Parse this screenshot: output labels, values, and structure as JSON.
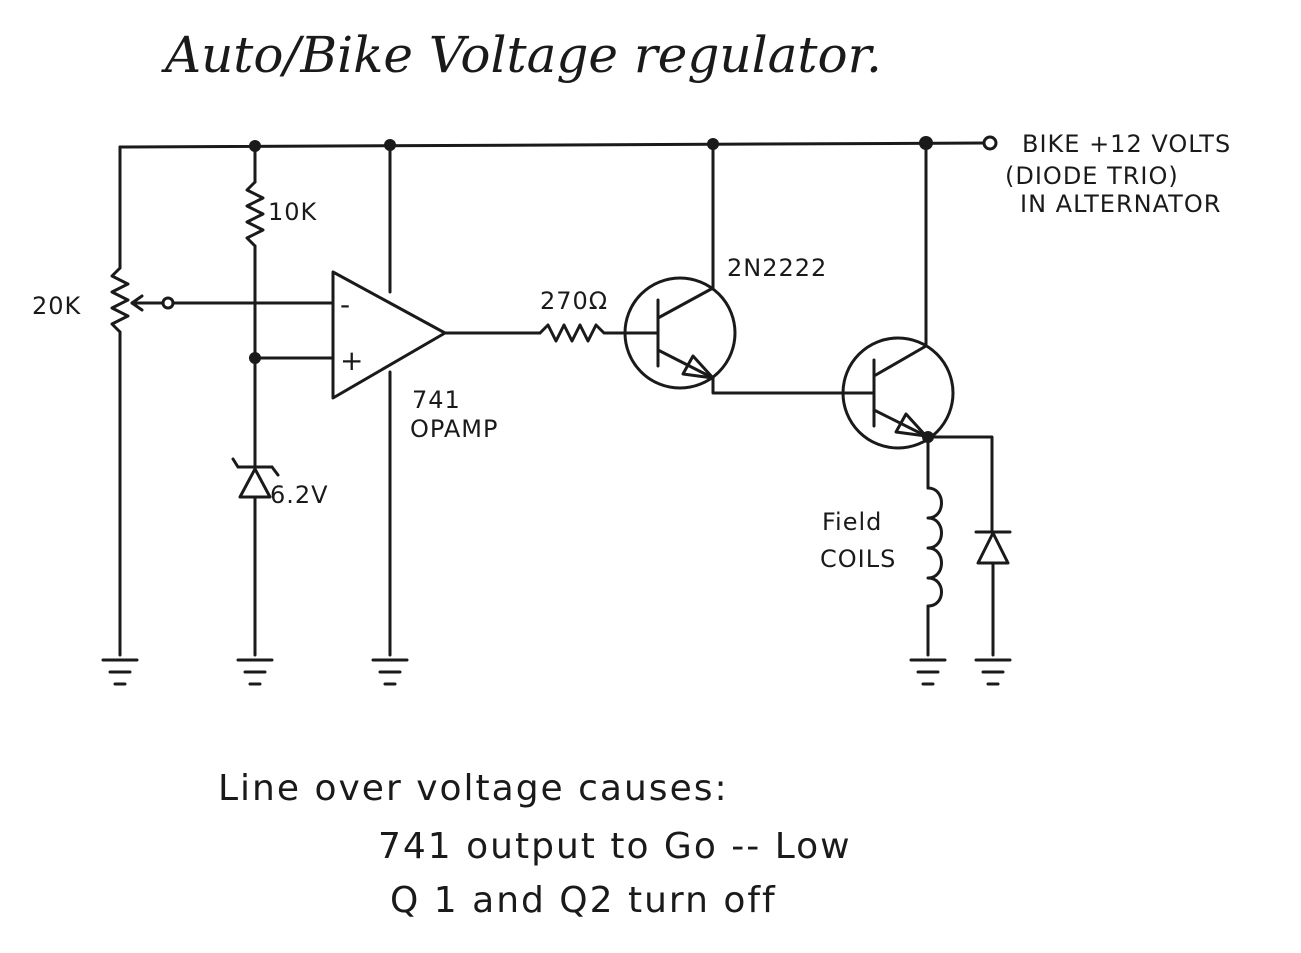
{
  "title": "Auto/Bike Voltage regulator.",
  "labels": {
    "supply_line1": "BIKE +12 VOLTS",
    "supply_line2": "(DIODE TRIO)",
    "supply_line3": "IN ALTERNATOR",
    "pot": "20K",
    "resistor_top": "10K",
    "resistor_base": "270Ω",
    "zener": "6.2V",
    "opamp_line1": "741",
    "opamp_line2": "OPAMP",
    "transistor_q1": "2N2222",
    "coil_line1": "Field",
    "coil_line2": "COILS",
    "minus": "-",
    "plus": "+"
  },
  "notes": [
    "Line over voltage causes:",
    "741 output to Go -- Low",
    "Q 1 and Q2 turn off"
  ]
}
